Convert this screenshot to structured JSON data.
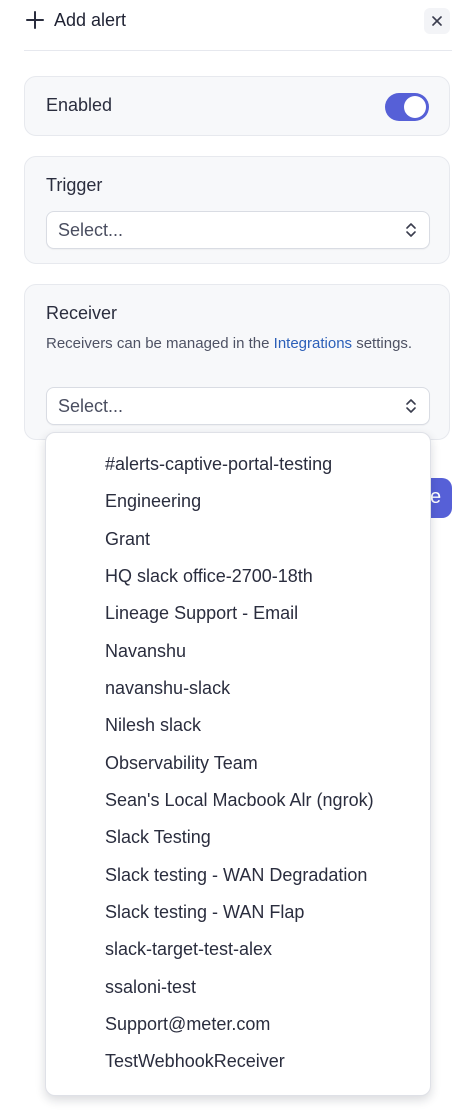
{
  "header": {
    "add_alert_label": "Add alert"
  },
  "enabled": {
    "label": "Enabled",
    "toggle_on": true,
    "accent_color": "#5660d7"
  },
  "trigger": {
    "label": "Trigger",
    "placeholder": "Select..."
  },
  "receiver": {
    "label": "Receiver",
    "help_prefix": "Receivers can be managed in the",
    "help_link": "Integrations",
    "help_suffix": "settings.",
    "placeholder": "Select...",
    "options": [
      "#alerts-captive-portal-testing",
      "Engineering",
      "Grant",
      "HQ slack office-2700-18th",
      "Lineage Support - Email",
      "Navanshu",
      "navanshu-slack",
      "Nilesh slack",
      "Observability Team",
      "Sean's Local Macbook Alr (ngrok)",
      "Slack Testing",
      "Slack testing - WAN Degradation",
      "Slack testing - WAN Flap",
      "slack-target-test-alex",
      "ssaloni-test",
      "Support@meter.com",
      "TestWebhookReceiver"
    ]
  },
  "footer": {
    "save_label_visible": "e"
  },
  "icons": {
    "add": "plus-icon",
    "close": "close-icon",
    "select": "chevron-up-down-icon"
  }
}
